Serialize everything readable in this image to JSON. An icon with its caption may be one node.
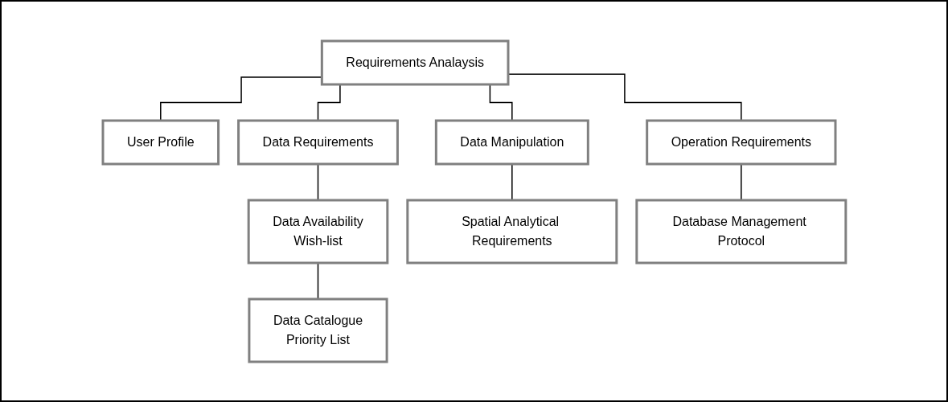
{
  "diagram": {
    "nodes": [
      {
        "text": [
          "Requirements Analaysis"
        ]
      },
      {
        "text": [
          "User Profile"
        ]
      },
      {
        "text": [
          "Data Requirements"
        ]
      },
      {
        "text": [
          "Data Manipulation"
        ]
      },
      {
        "text": [
          "Operation Requirements"
        ]
      },
      {
        "text": [
          "Data Availability",
          "Wish-list"
        ]
      },
      {
        "text": [
          "Spatial Analytical Requirements"
        ]
      },
      {
        "text": [
          "Database Management Protocol"
        ]
      },
      {
        "text": [
          "Data Catalogue",
          "Priority List"
        ]
      }
    ],
    "edges": [
      {
        "from": 0,
        "to": 1,
        "arrow": "none"
      },
      {
        "from": 0,
        "to": 2,
        "arrow": "none"
      },
      {
        "from": 0,
        "to": 3,
        "arrow": "none"
      },
      {
        "from": 0,
        "to": 4,
        "arrow": "none"
      },
      {
        "from": 2,
        "to": 5,
        "arrow": "none"
      },
      {
        "from": 3,
        "to": 6,
        "arrow": "none"
      },
      {
        "from": 4,
        "to": 7,
        "arrow": "none"
      },
      {
        "from": 5,
        "to": 8,
        "arrow": "none"
      }
    ]
  }
}
